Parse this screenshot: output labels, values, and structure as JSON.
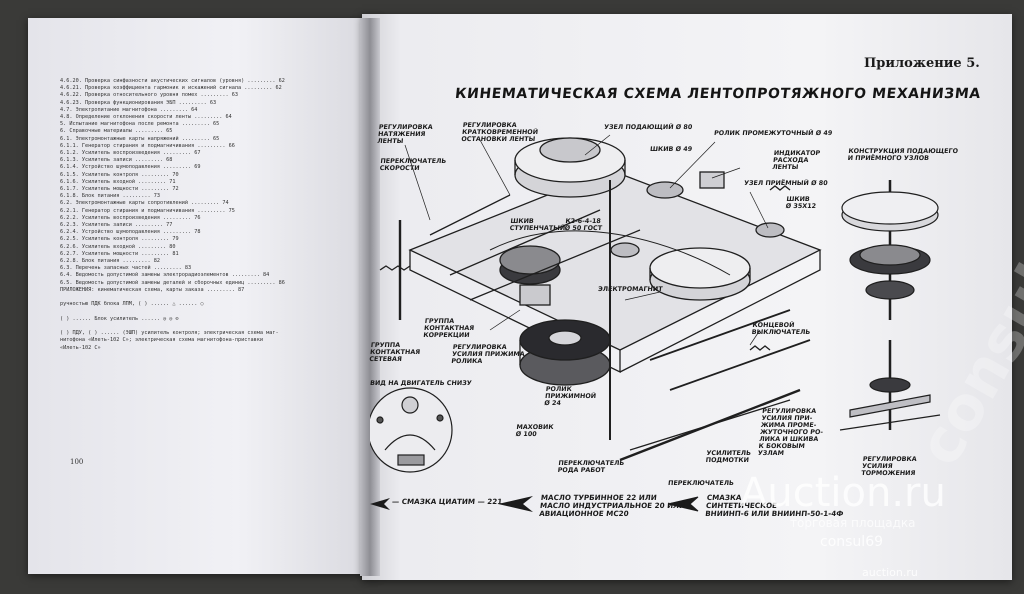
{
  "left_page": {
    "toc_lines": [
      "4.6.20. Проверка синфазности акустических сигналов (уровня) ......... 62",
      "4.6.21. Проверка коэффициента гармоник и искажений сигнала ......... 62",
      "4.6.22. Проверка относительного уровня помех ......... 63",
      "4.6.23. Проверка функционирования ЭБП ......... 63",
      "4.7. Электропитание магнитофона ......... 64",
      "4.8. Определение отклонения скорости ленты ......... 64",
      "5. Испытание магнитофона после ремонта ......... 65",
      "6. Справочные материалы ......... 65",
      "6.1. Электромонтажные карты напряжений ......... 65",
      "6.1.1. Генератор стирания и подмагничивания ......... 66",
      "6.1.2. Усилитель воспроизведения ......... 67",
      "6.1.3. Усилитель записи ......... 68",
      "6.1.4. Устройство шумоподавления ......... 69",
      "6.1.5. Усилитель контроля ......... 70",
      "6.1.6. Усилитель входной ......... 71",
      "6.1.7. Усилитель мощности ......... 72",
      "6.1.8. Блок питания ......... 73",
      "6.2. Электромонтажные карты сопротивлений ......... 74",
      "6.2.1. Генератор стирания и подмагничивания ......... 75",
      "6.2.2. Усилитель воспроизведения ......... 76",
      "6.2.3. Усилитель записи ......... 77",
      "6.2.4. Устройство шумоподавления ......... 78",
      "6.2.5. Усилитель контроля ......... 79",
      "6.2.6. Усилитель входной ......... 80",
      "6.2.7. Усилитель мощности ......... 81",
      "6.2.8. Блок питания ......... 82",
      "6.3. Перечень запасных частей ......... 83",
      "6.4. Ведомость допустимой замены электрорадиоэлементов ......... 84",
      "6.5. Ведомость допустимой замены деталей и сборочных единиц ......... 86",
      "ПРИЛОЖЕНИЯ: кинематическая схема, карты заказа ......... 87",
      "",
      "ручностью ПДК блока ЛПМ, (  ) ...... △ ...... ○",
      "",
      "(  ) ...... Блок усилитель ...... ◎ ◎ ⊙",
      "",
      "(  ) ПДУ, ( ) ...... (ЭШП) усилитель контроля; электрическая схема маг-",
      "нитофона «Илеть-102 С»; электрическая схема магнитофона-приставки",
      "«Илеть-102 С»"
    ],
    "page_number": "100"
  },
  "right_page": {
    "appendix_label": "Приложение 5.",
    "title": "КИНЕМАТИЧЕСКАЯ СХЕМА ЛЕНТОПРОТЯЖНОГО МЕХАНИЗМА",
    "labels": {
      "reg_tension": "РЕГУЛИРОВКА\nНАТЯЖЕНИЯ\nЛЕНТЫ",
      "reg_short_stop": "РЕГУЛИРОВКА\nКРАТКОВРЕМЕННОЙ\nОСТАНОВКИ ЛЕНТЫ",
      "feed_unit": "УЗЕЛ ПОДАЮЩИЙ Ø 80",
      "roller_int": "РОЛИК ПРОМЕЖУТОЧНЫЙ Ø 49",
      "pulley": "ШКИВ Ø 49",
      "indicator": "ИНДИКАТОР\nРАСХОДА\nЛЕНТЫ",
      "speed_switch": "ПЕРЕКЛЮЧАТЕЛЬ\nСКОРОСТИ",
      "take_unit": "УЗЕЛ ПРИЁМНЫЙ Ø 80",
      "pulley2": "ШКИВ\nØ 35x12",
      "step_pulley": "ШКИВ\nСТУПЕНЧАТЫЙ",
      "belt": "К2-6-4-18\nØ 50 ГОСТ",
      "electromagnet": "ЭЛЕКТРОМАГНИТ",
      "group_correction": "ГРУППА\nКОНТАКТНАЯ\nКОРРЕКЦИИ",
      "group_network": "ГРУППА\nКОНТАКТНАЯ\nСЕТЕВАЯ",
      "reg_pressure": "РЕГУЛИРОВКА\nУСИЛИЯ ПРИЖИМА\nРОЛИКА",
      "end_switch": "КОНЦЕВОЙ\nВЫКЛЮЧАТЕЛЬ",
      "motor_view": "ВИД НА ДВИГАТЕЛЬ СНИЗУ",
      "pinch_roller": "РОЛИК\nПРИЖИМНОЙ\nØ 24",
      "flywheel": "МАХОВИК\nØ 100",
      "reg_rewind": "РЕГУЛИРОВКА\nУСИЛИЯ ПРИ-\nЖИМА ПРОМЕ-\nЖУТОЧНОГО РО-\nЛИКА И ШКИВА\nК БОКОВЫМ\nУЗЛАМ",
      "amplifier": "УСИЛИТЕЛЬ\nПОДМОТКИ",
      "mode_switch": "ПЕРЕКЛЮЧАТЕЛЬ\nРОДА РАБОТ",
      "switch": "ПЕРЕКЛЮЧАТЕЛЬ",
      "construction": "КОНСТРУКЦИЯ ПОДАЮЩЕГО\nИ ПРИЁМНОГО УЗЛОВ",
      "reg_brake": "РЕГУЛИРОВКА\nУСИЛИЯ\nТОРМОЖЕНИЯ"
    },
    "legend": {
      "lube1": "— СМАЗКА ЦИАТИМ — 221",
      "lube2": "МАСЛО ТУРБИННОЕ 22 ИЛИ\nМАСЛО ИНДУСТРИАЛЬНОЕ 20 ИЛИ\nАВИАЦИОННОЕ МС20",
      "lube3": "СМАЗКА\nСИНТЕТИЧЕСКОЕ\nВНИИНП-6 ИЛИ ВНИИНП-50-1-4Ф"
    }
  },
  "watermark": {
    "brand": "Auction.ru",
    "tagline": "торговая площадка",
    "seller": "consul69",
    "url": "auction.ru",
    "diagonal": "consul"
  },
  "colors": {
    "background": "#3a3a38",
    "paper": "#f1f1f5",
    "ink": "#1b1b1b"
  }
}
